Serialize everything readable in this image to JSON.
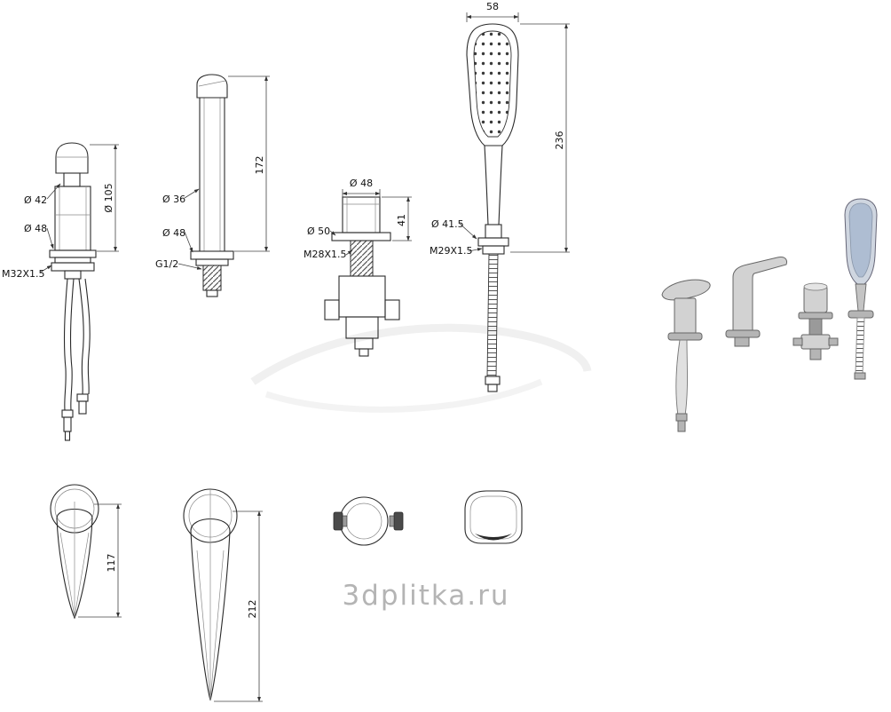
{
  "watermark": "3dplitka.ru",
  "drawings": {
    "valve": {
      "d42": "Ø 42",
      "d105": "Ø 105",
      "d48": "Ø 48",
      "thread": "M32X1.5"
    },
    "spout": {
      "d36": "Ø 36",
      "d48": "Ø 48",
      "thread": "G1/2",
      "height": "172"
    },
    "diverter": {
      "d48": "Ø 48",
      "d50": "Ø 50",
      "thread": "M28X1.5",
      "height": "41"
    },
    "shower": {
      "width": "58",
      "height": "236",
      "d": "Ø 41.5",
      "thread": "M29X1.5"
    },
    "handle_top": {
      "length": "117"
    },
    "spout_top": {
      "length": "212"
    }
  }
}
